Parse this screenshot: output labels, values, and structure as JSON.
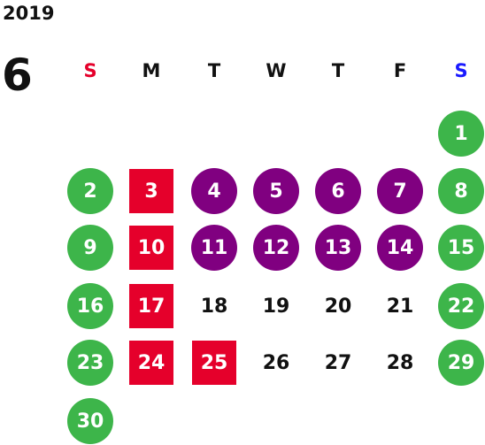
{
  "calendar": {
    "year": "2019",
    "month": "6",
    "weekdays": [
      {
        "label": "S",
        "color": "#e5002b"
      },
      {
        "label": "M",
        "color": "#111111"
      },
      {
        "label": "T",
        "color": "#111111"
      },
      {
        "label": "W",
        "color": "#111111"
      },
      {
        "label": "T",
        "color": "#111111"
      },
      {
        "label": "F",
        "color": "#111111"
      },
      {
        "label": "S",
        "color": "#1a1aff"
      }
    ],
    "legend_colors": {
      "green": "#3db54a",
      "purple": "#800080",
      "red": "#e5002b"
    },
    "days": [
      {
        "day": "1",
        "week": 0,
        "weekday": 6,
        "style": "green"
      },
      {
        "day": "2",
        "week": 1,
        "weekday": 0,
        "style": "green"
      },
      {
        "day": "3",
        "week": 1,
        "weekday": 1,
        "style": "red"
      },
      {
        "day": "4",
        "week": 1,
        "weekday": 2,
        "style": "purple"
      },
      {
        "day": "5",
        "week": 1,
        "weekday": 3,
        "style": "purple"
      },
      {
        "day": "6",
        "week": 1,
        "weekday": 4,
        "style": "purple"
      },
      {
        "day": "7",
        "week": 1,
        "weekday": 5,
        "style": "purple"
      },
      {
        "day": "8",
        "week": 1,
        "weekday": 6,
        "style": "green"
      },
      {
        "day": "9",
        "week": 2,
        "weekday": 0,
        "style": "green"
      },
      {
        "day": "10",
        "week": 2,
        "weekday": 1,
        "style": "red"
      },
      {
        "day": "11",
        "week": 2,
        "weekday": 2,
        "style": "purple"
      },
      {
        "day": "12",
        "week": 2,
        "weekday": 3,
        "style": "purple"
      },
      {
        "day": "13",
        "week": 2,
        "weekday": 4,
        "style": "purple"
      },
      {
        "day": "14",
        "week": 2,
        "weekday": 5,
        "style": "purple"
      },
      {
        "day": "15",
        "week": 2,
        "weekday": 6,
        "style": "green"
      },
      {
        "day": "16",
        "week": 3,
        "weekday": 0,
        "style": "green"
      },
      {
        "day": "17",
        "week": 3,
        "weekday": 1,
        "style": "red"
      },
      {
        "day": "18",
        "week": 3,
        "weekday": 2,
        "style": "plain"
      },
      {
        "day": "19",
        "week": 3,
        "weekday": 3,
        "style": "plain"
      },
      {
        "day": "20",
        "week": 3,
        "weekday": 4,
        "style": "plain"
      },
      {
        "day": "21",
        "week": 3,
        "weekday": 5,
        "style": "plain"
      },
      {
        "day": "22",
        "week": 3,
        "weekday": 6,
        "style": "green"
      },
      {
        "day": "23",
        "week": 4,
        "weekday": 0,
        "style": "green"
      },
      {
        "day": "24",
        "week": 4,
        "weekday": 1,
        "style": "red"
      },
      {
        "day": "25",
        "week": 4,
        "weekday": 2,
        "style": "red"
      },
      {
        "day": "26",
        "week": 4,
        "weekday": 3,
        "style": "plain"
      },
      {
        "day": "27",
        "week": 4,
        "weekday": 4,
        "style": "plain"
      },
      {
        "day": "28",
        "week": 4,
        "weekday": 5,
        "style": "plain"
      },
      {
        "day": "29",
        "week": 4,
        "weekday": 6,
        "style": "green"
      },
      {
        "day": "30",
        "week": 5,
        "weekday": 0,
        "style": "green"
      }
    ]
  }
}
